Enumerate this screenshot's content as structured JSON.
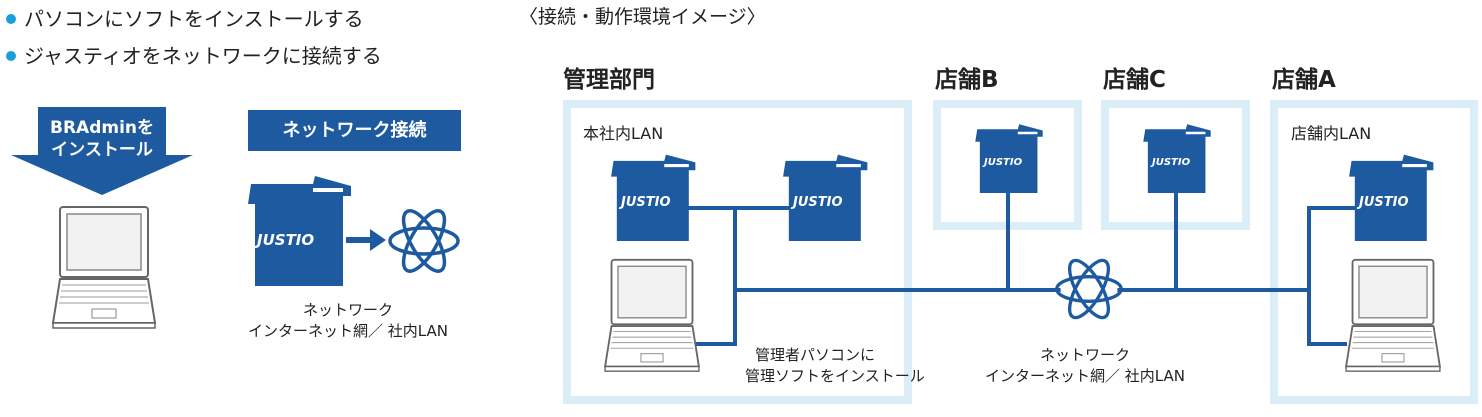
{
  "bullets": [
    "パソコンにソフトをインストールする",
    "ジャスティオをネットワークに接続する"
  ],
  "install_arrow": {
    "line1": "BRAdminを",
    "line2": "インストール"
  },
  "network_box": "ネットワーク接続",
  "printer_brand": "JUSTIO",
  "left_caption": {
    "line1": "ネットワーク",
    "line2": "インターネット網／ 社内LAN"
  },
  "diagram_title": "〈接続・動作環境イメージ〉",
  "sections": {
    "admin": "管理部門",
    "store_b": "店舗B",
    "store_c": "店舗C",
    "store_a": "店舗A"
  },
  "lan_labels": {
    "head_office": "本社内LAN",
    "store": "店舗内LAN"
  },
  "admin_pc_caption": {
    "line1": "管理者パソコンに",
    "line2": "管理ソフトをインストール"
  },
  "center_caption": {
    "line1": "ネットワーク",
    "line2": "インターネット網／ 社内LAN"
  },
  "colors": {
    "primary_blue": "#1e5aa0",
    "light_blue": "#dbeef8",
    "bullet": "#1aa0d8"
  }
}
